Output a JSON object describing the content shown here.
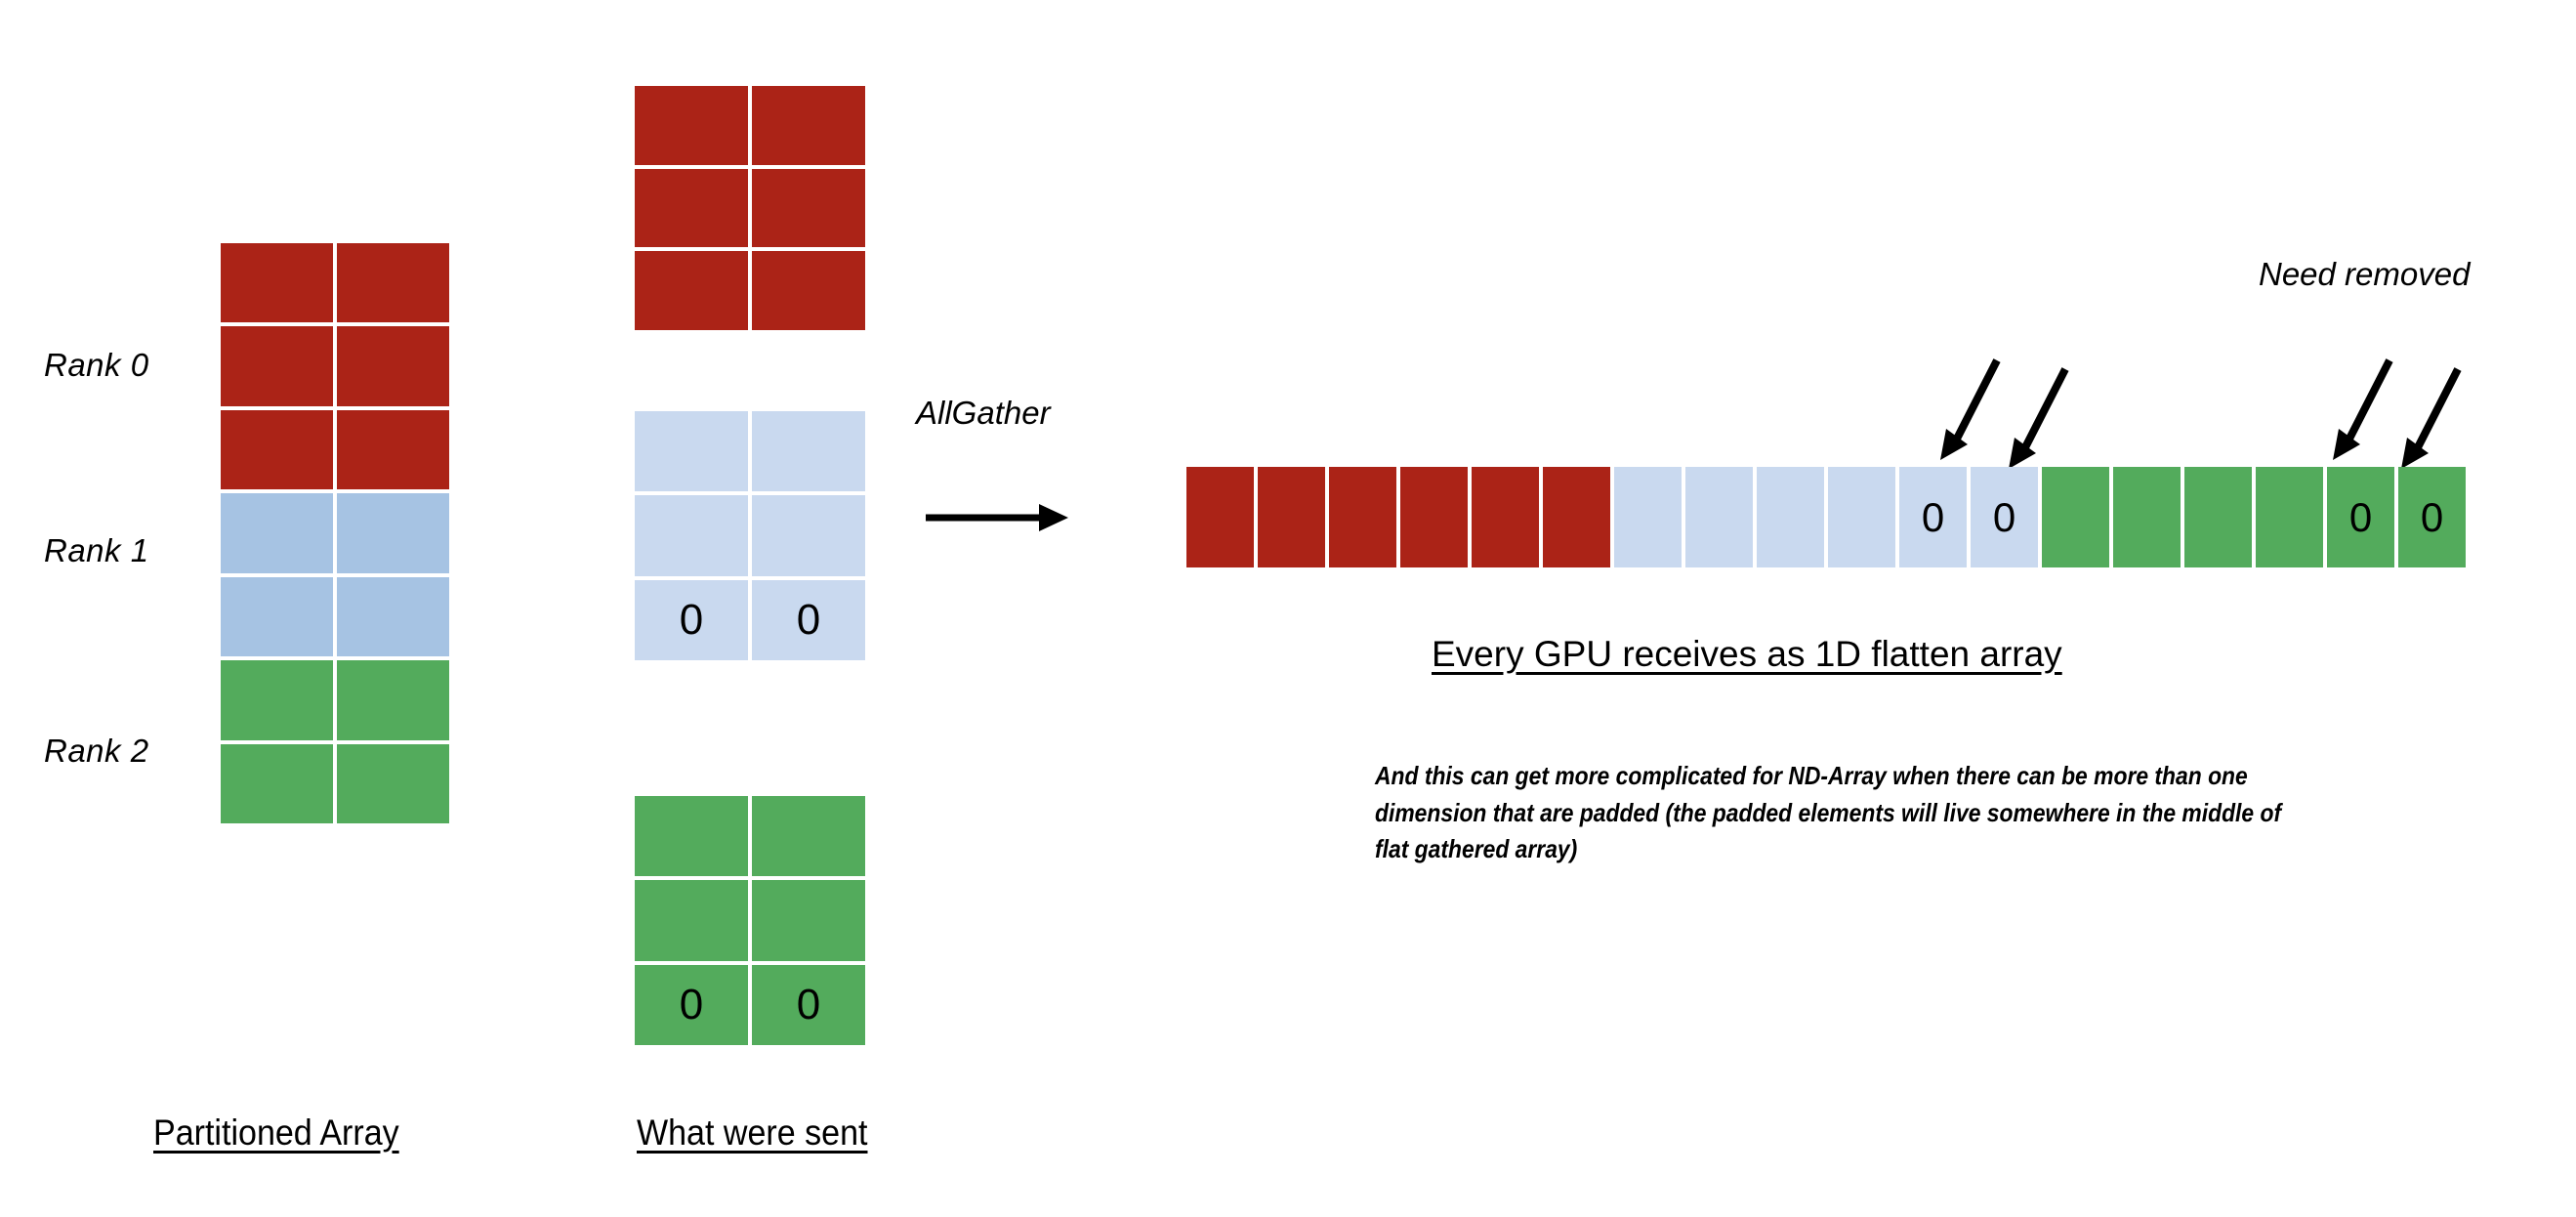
{
  "colors": {
    "red": "#ab2317",
    "blue_dark": "#a6c3e3",
    "blue_light": "#c9d9ef",
    "green": "#53ab5c",
    "line": "#ffffff",
    "text": "#000000",
    "background": "#ffffff"
  },
  "left_panel": {
    "title": "Partitioned Array",
    "rank_labels": [
      "Rank 0",
      "Rank 1",
      "Rank 2"
    ],
    "rows": [
      {
        "rank": "Rank 0",
        "color": "red",
        "cells": [
          "",
          ""
        ]
      },
      {
        "rank": "Rank 0",
        "color": "red",
        "cells": [
          "",
          ""
        ]
      },
      {
        "rank": "Rank 0",
        "color": "red",
        "cells": [
          "",
          ""
        ]
      },
      {
        "rank": "Rank 1",
        "color": "blue_dark",
        "cells": [
          "",
          ""
        ]
      },
      {
        "rank": "Rank 1",
        "color": "blue_dark",
        "cells": [
          "",
          ""
        ]
      },
      {
        "rank": "Rank 2",
        "color": "green",
        "cells": [
          "",
          ""
        ]
      },
      {
        "rank": "Rank 2",
        "color": "green",
        "cells": [
          "",
          ""
        ]
      }
    ]
  },
  "middle_panel": {
    "title": "What were sent",
    "blocks": [
      {
        "rank": "Rank 0",
        "color": "red",
        "rows": [
          [
            "",
            ""
          ],
          [
            "",
            ""
          ],
          [
            "",
            ""
          ]
        ]
      },
      {
        "rank": "Rank 1",
        "color": "blue_light",
        "rows": [
          [
            "",
            ""
          ],
          [
            "",
            ""
          ],
          [
            "0",
            "0"
          ]
        ]
      },
      {
        "rank": "Rank 2",
        "color": "green",
        "rows": [
          [
            "",
            ""
          ],
          [
            "",
            ""
          ],
          [
            "0",
            "0"
          ]
        ]
      }
    ]
  },
  "operation": {
    "label": "AllGather"
  },
  "right_panel": {
    "caption": "Every GPU receives as 1D flatten array",
    "annotation": "Need removed",
    "footnote": "And this can get more complicated for ND-Array when there can be more than one dimension that are padded (the padded elements will live somewhere in the middle of flat gathered array)",
    "flat_array": [
      {
        "color": "red",
        "value": ""
      },
      {
        "color": "red",
        "value": ""
      },
      {
        "color": "red",
        "value": ""
      },
      {
        "color": "red",
        "value": ""
      },
      {
        "color": "red",
        "value": ""
      },
      {
        "color": "red",
        "value": ""
      },
      {
        "color": "blue_light",
        "value": ""
      },
      {
        "color": "blue_light",
        "value": ""
      },
      {
        "color": "blue_light",
        "value": ""
      },
      {
        "color": "blue_light",
        "value": ""
      },
      {
        "color": "blue_light",
        "value": "0"
      },
      {
        "color": "blue_light",
        "value": "0"
      },
      {
        "color": "green",
        "value": ""
      },
      {
        "color": "green",
        "value": ""
      },
      {
        "color": "green",
        "value": ""
      },
      {
        "color": "green",
        "value": ""
      },
      {
        "color": "green",
        "value": "0"
      },
      {
        "color": "green",
        "value": "0"
      }
    ]
  }
}
